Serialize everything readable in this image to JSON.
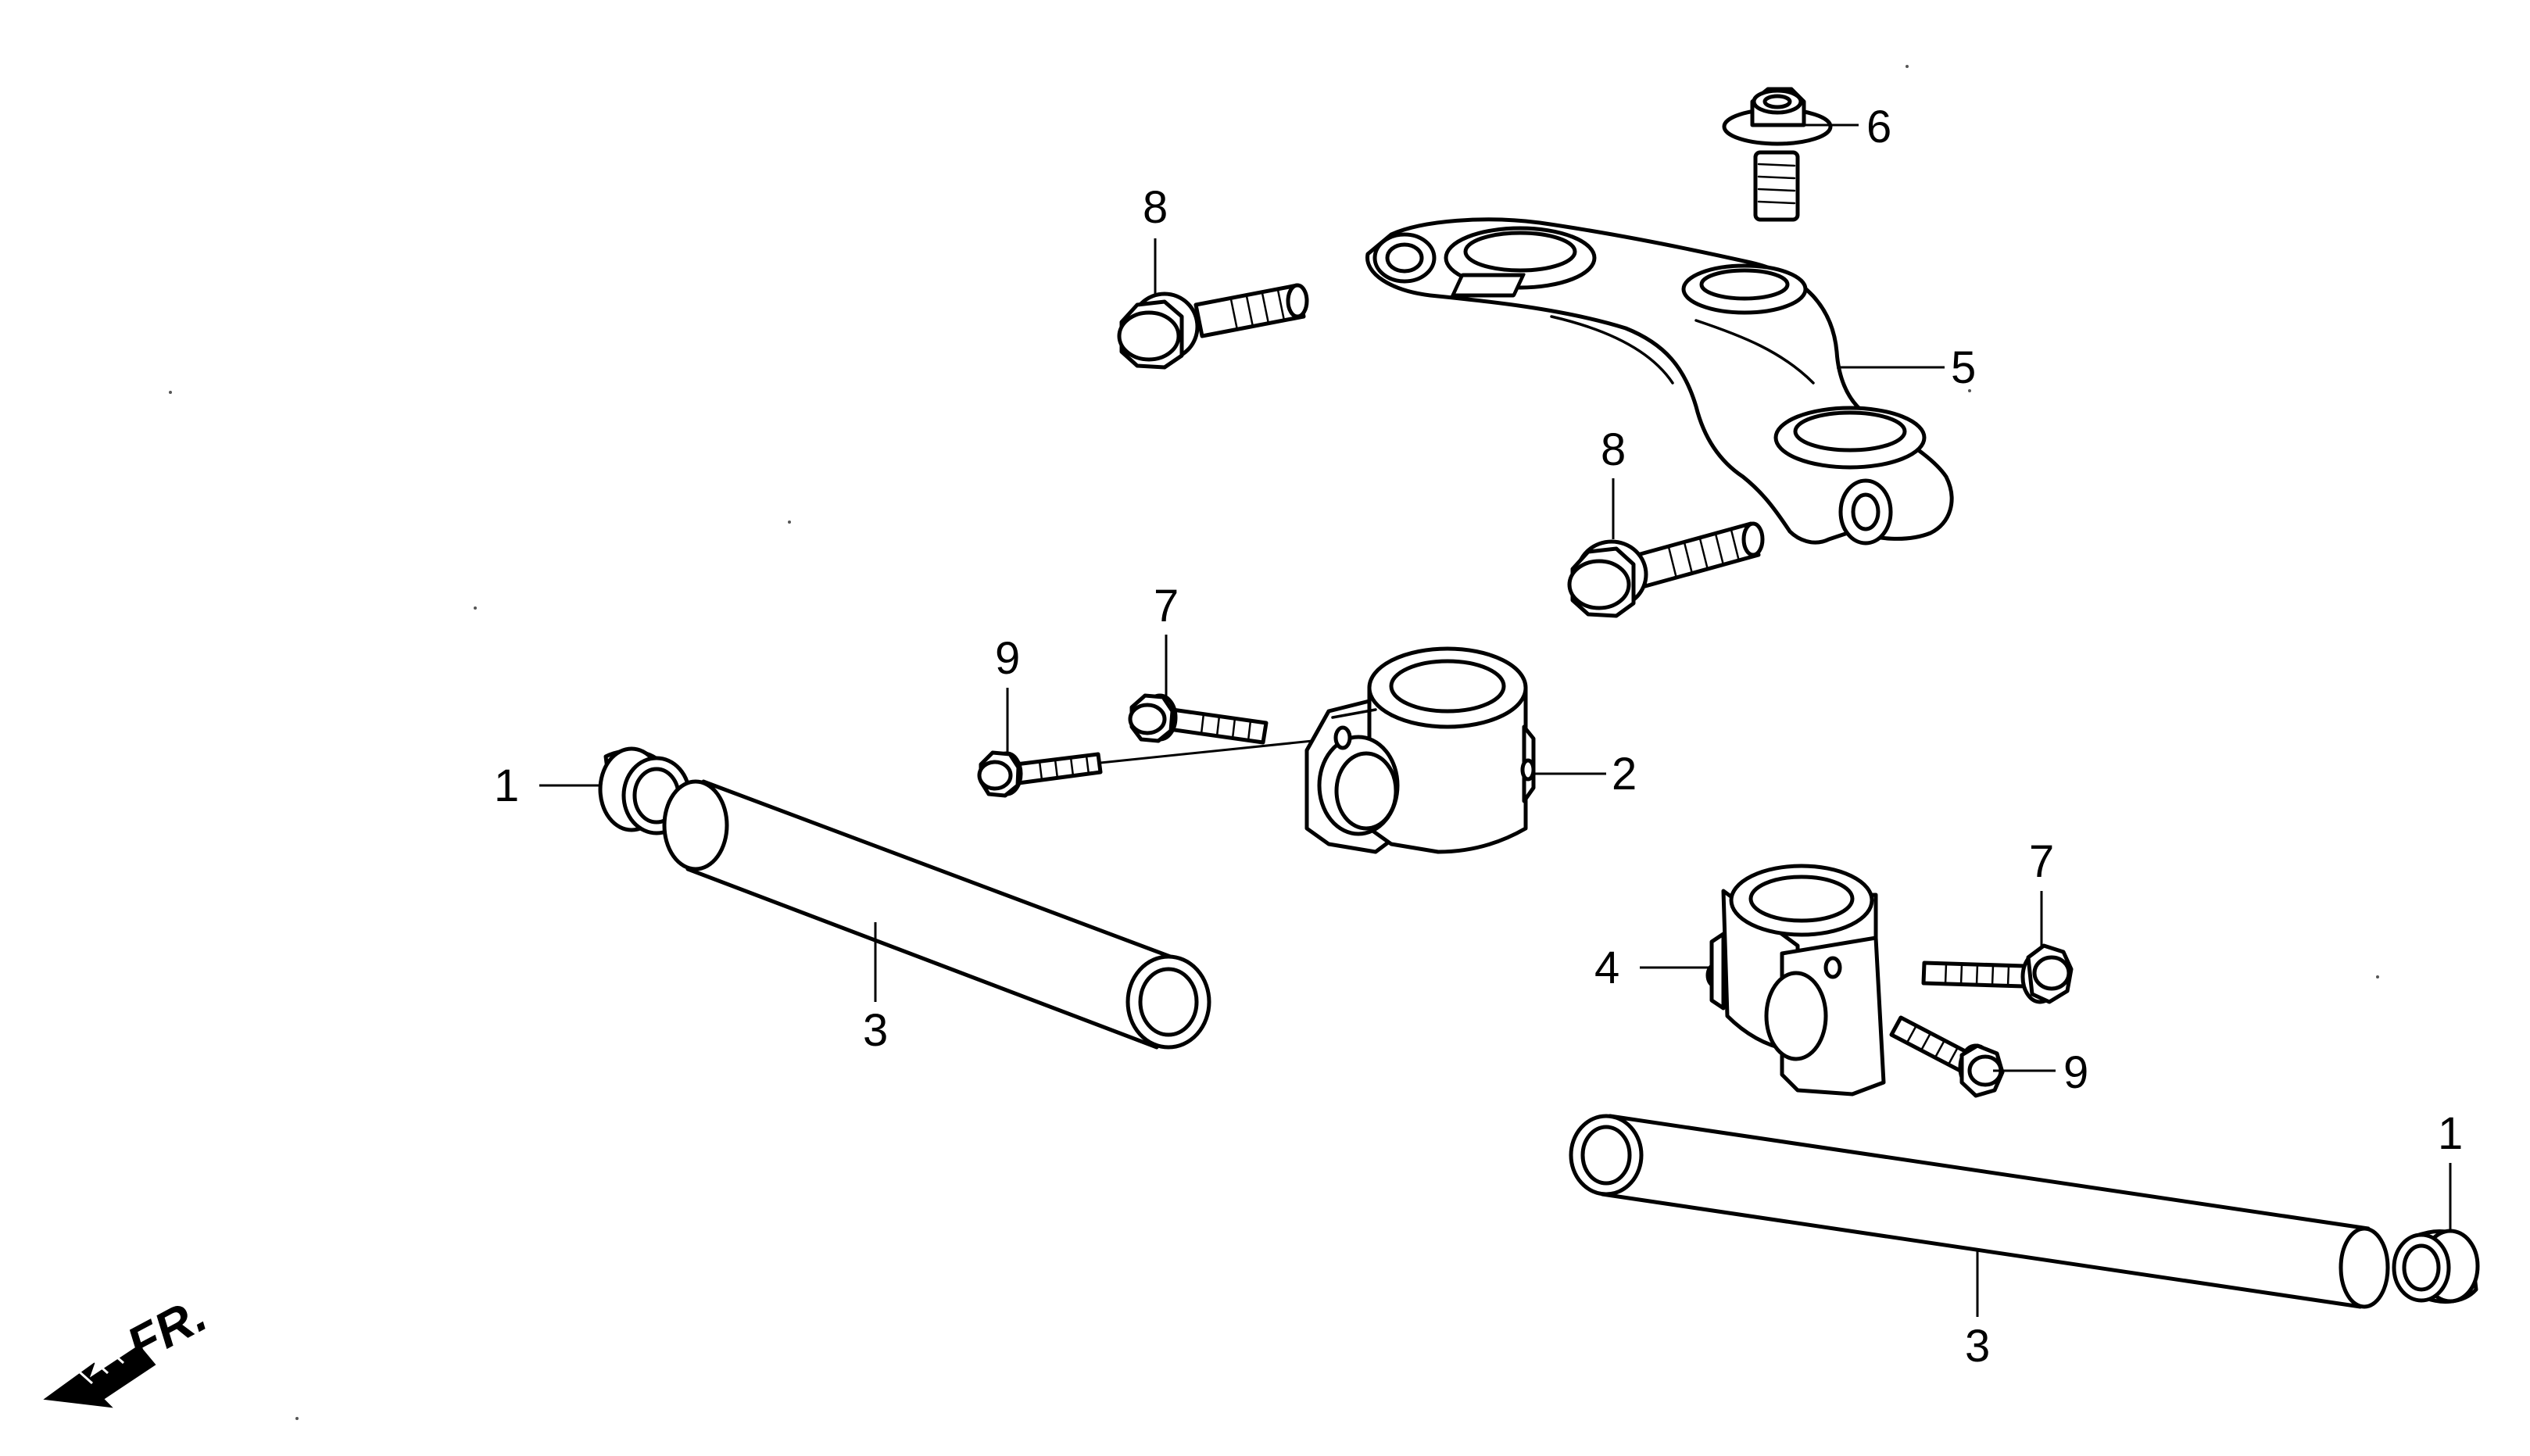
{
  "direction_label": "FR.",
  "callouts": {
    "c1a": "1",
    "c1b": "1",
    "c2": "2",
    "c3a": "3",
    "c3b": "3",
    "c4": "4",
    "c5": "5",
    "c6": "6",
    "c7a": "7",
    "c7b": "7",
    "c8a": "8",
    "c8b": "8",
    "c9a": "9",
    "c9b": "9"
  }
}
